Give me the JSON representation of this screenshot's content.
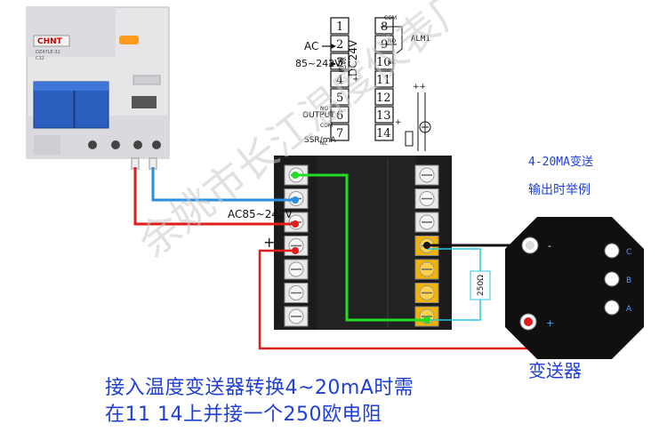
{
  "breaker": {
    "brand": "CHNT",
    "model": "DZ47LE-32",
    "rating": "C32",
    "body_color": "#e8e8ea",
    "accent_color": "#2a5fc0"
  },
  "terminals_left": [
    {
      "num": "1",
      "label": ""
    },
    {
      "num": "2",
      "label": "AC"
    },
    {
      "num": "3",
      "label": "85~242V"
    },
    {
      "num": "4",
      "label": ""
    },
    {
      "num": "5",
      "label": ""
    },
    {
      "num": "6",
      "label": "OUTPUT"
    },
    {
      "num": "7",
      "label": "SSR/mA"
    }
  ],
  "terminals_right": [
    {
      "num": "8"
    },
    {
      "num": "9"
    },
    {
      "num": "10"
    },
    {
      "num": "11"
    },
    {
      "num": "12"
    },
    {
      "num": "13"
    },
    {
      "num": "14"
    }
  ],
  "schematic": {
    "supply_vertical": "DC24V",
    "supply_note": "电源",
    "alarm": "ALM1",
    "com": "COM",
    "no": "NO",
    "nc": "NC",
    "plus_plus": "++",
    "plus": "+"
  },
  "wire_label_ac": "AC85~242V",
  "wire_plus": "+",
  "resistor_label": "250Ω",
  "transmitter_title_1": "4-20MA变送",
  "transmitter_title_2": "输出时举例",
  "transmitter_name": "变送器",
  "transmitter_pins": {
    "c": "C",
    "b": "B",
    "a": "A",
    "minus": "-",
    "plus": "+"
  },
  "caption_1": "接入温度变送器转换4~20mA时需",
  "caption_2": "在11 14上并接一个250欧电阻",
  "watermark": "余姚市长江温度仪表厂",
  "colors": {
    "red_wire": "#e01c1c",
    "blue_wire": "#2a8fe0",
    "green_wire": "#22dd22",
    "black_wire": "#111111",
    "cyan_wire": "#27c7e0",
    "terminal_yellow": "#f2b400",
    "caption_blue": "#1f3fd6"
  }
}
